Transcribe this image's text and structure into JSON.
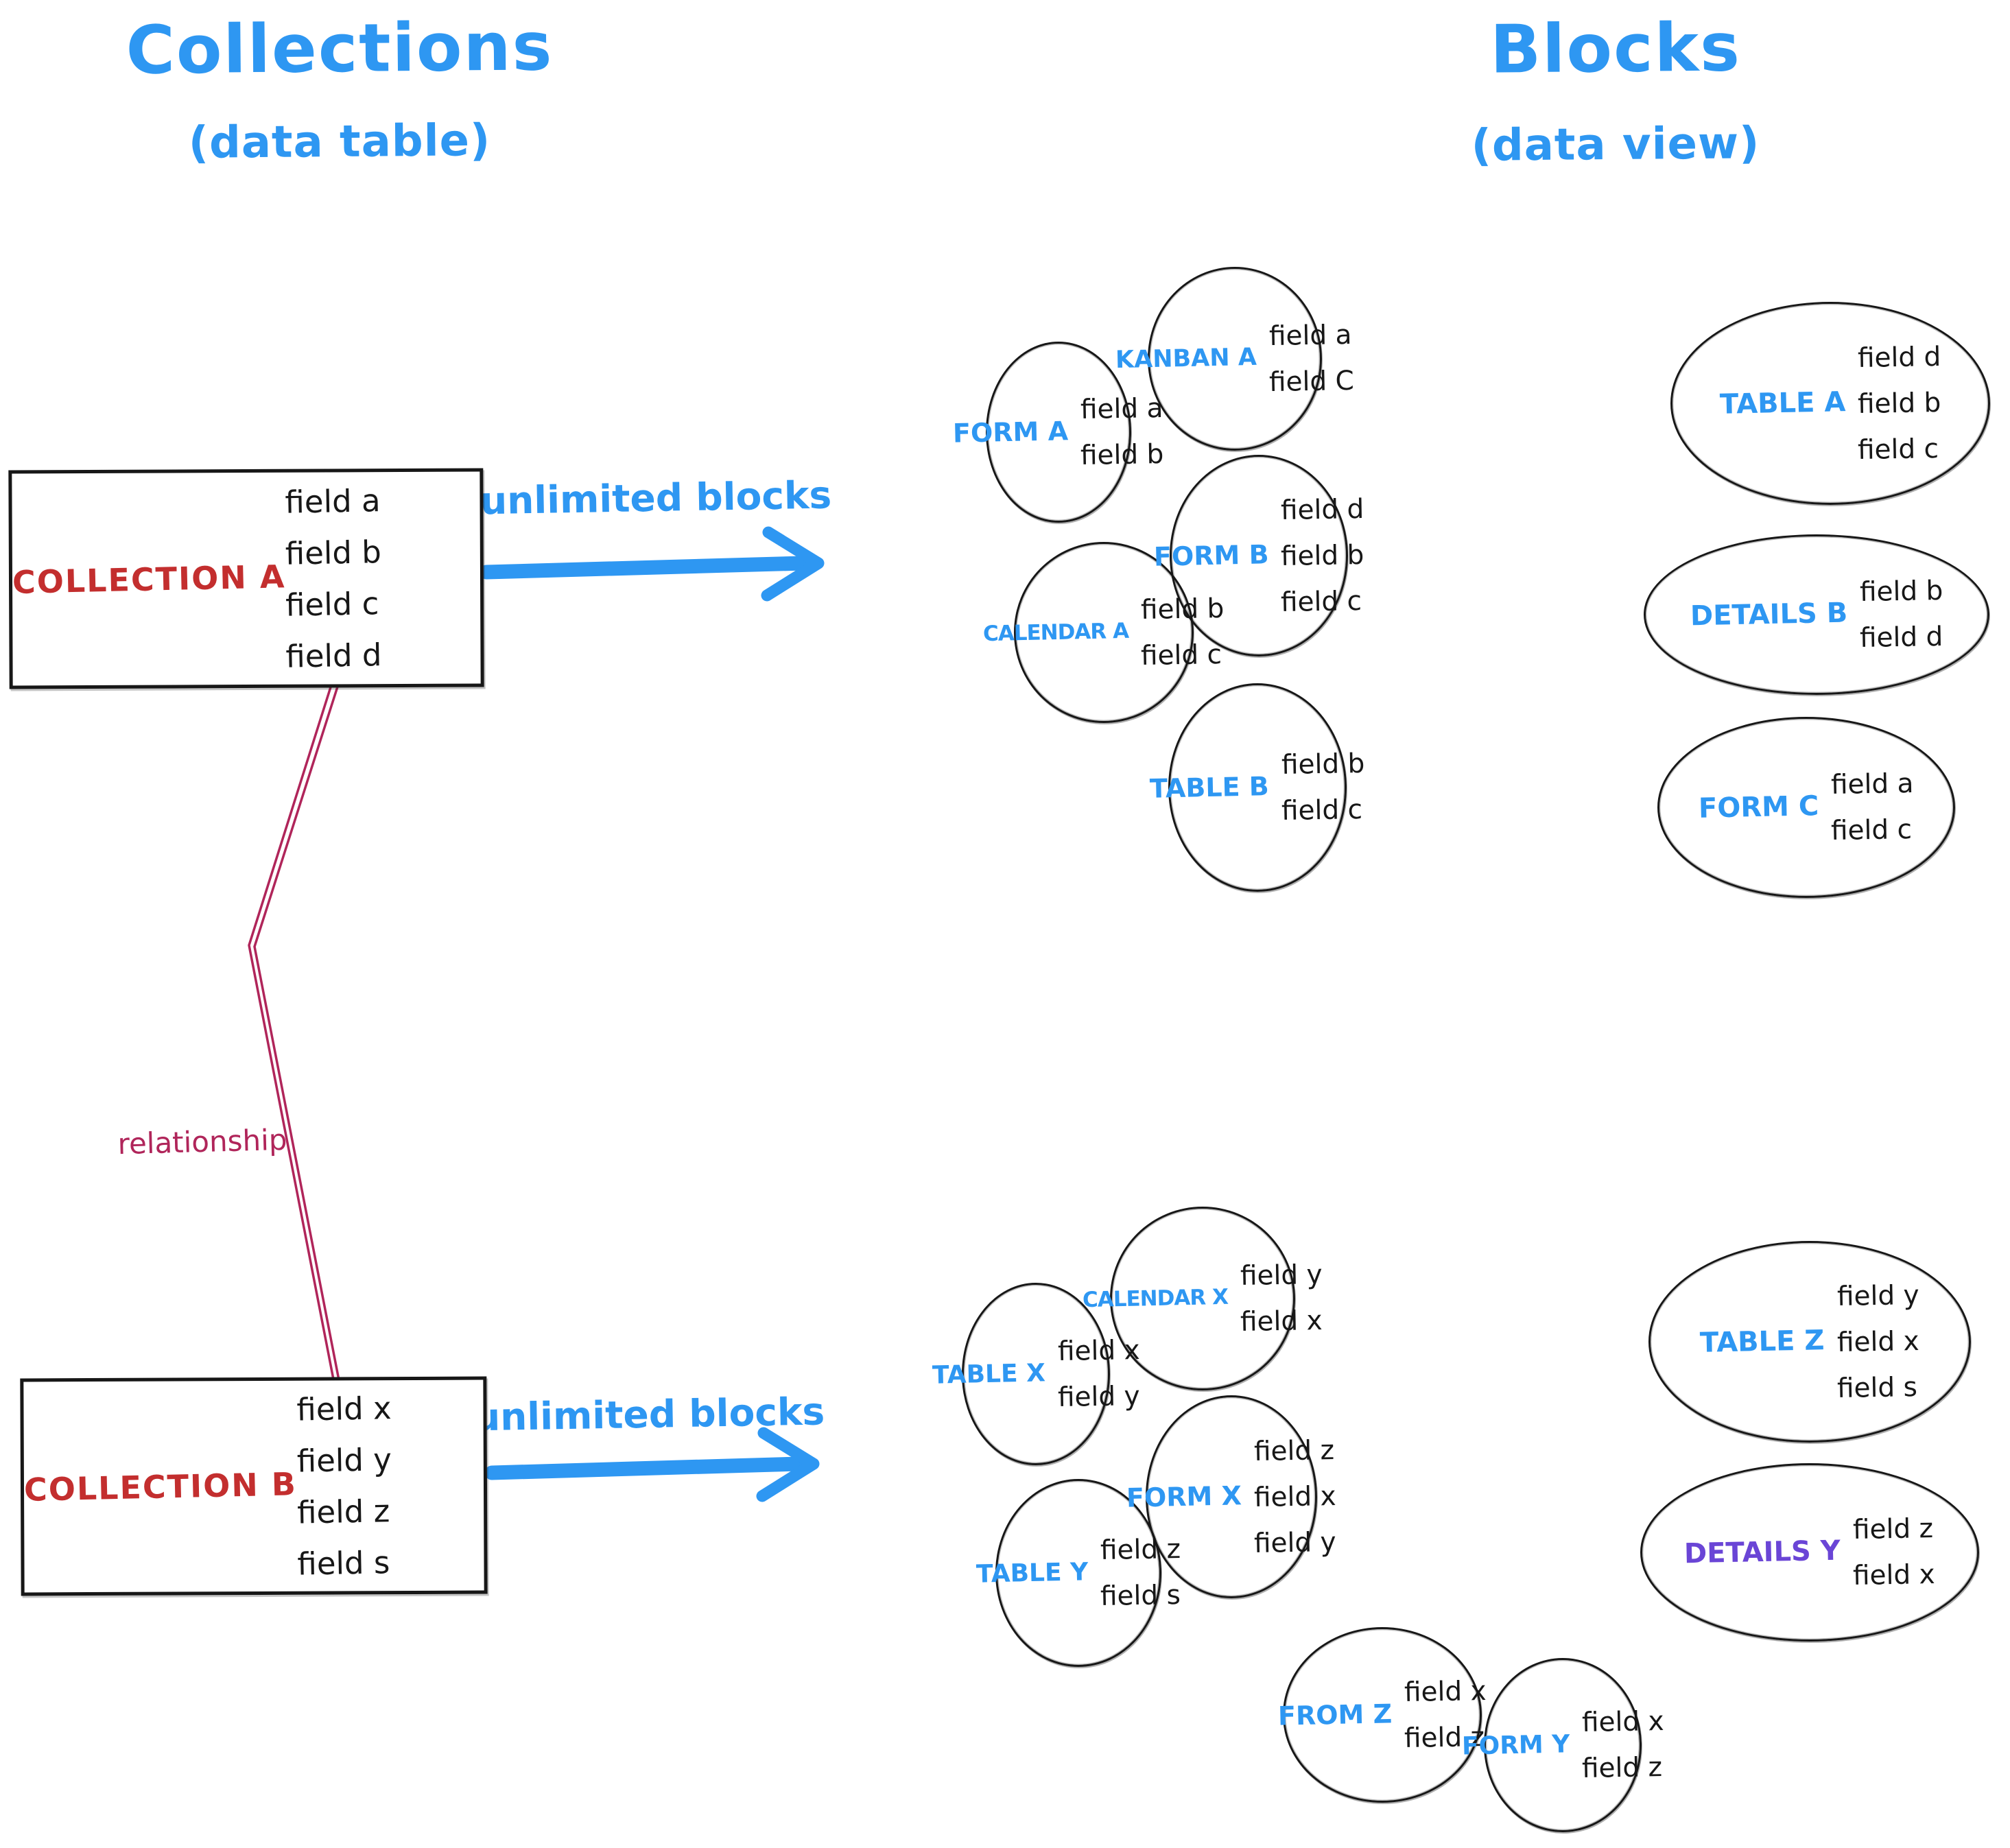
{
  "titles": {
    "left": "Collections",
    "left_sub": "(data table)",
    "right": "Blocks",
    "right_sub": "(data view)"
  },
  "collections": [
    {
      "name": "COLLECTION A",
      "fields": [
        "field a",
        "field b",
        "field c",
        "field d"
      ]
    },
    {
      "name": "COLLECTION B",
      "fields": [
        "field x",
        "field y",
        "field z",
        "field s"
      ]
    }
  ],
  "arrows": {
    "top_label": "unlimited blocks",
    "bottom_label": "unlimited blocks",
    "relationship_label": "relationship"
  },
  "blocks_top": [
    {
      "label": "FORM A",
      "fields": [
        "field a",
        "field b"
      ]
    },
    {
      "label": "KANBAN A",
      "fields": [
        "field a",
        "field C"
      ]
    },
    {
      "label": "TABLE A",
      "fields": [
        "field d",
        "field b",
        "field c"
      ]
    },
    {
      "label": "CALENDAR A",
      "fields": [
        "field b",
        "field c"
      ]
    },
    {
      "label": "FORM B",
      "fields": [
        "field d",
        "field b",
        "field c"
      ]
    },
    {
      "label": "DETAILS B",
      "fields": [
        "field b",
        "field d"
      ]
    },
    {
      "label": "TABLE B",
      "fields": [
        "field b",
        "field c"
      ]
    },
    {
      "label": "FORM C",
      "fields": [
        "field a",
        "field c"
      ]
    }
  ],
  "blocks_bottom": [
    {
      "label": "TABLE X",
      "fields": [
        "field x",
        "field y"
      ]
    },
    {
      "label": "CALENDAR X",
      "fields": [
        "field y",
        "field x"
      ]
    },
    {
      "label": "TABLE Z",
      "fields": [
        "field y",
        "field x",
        "field s"
      ]
    },
    {
      "label": "TABLE Y",
      "fields": [
        "field z",
        "field s"
      ]
    },
    {
      "label": "FORM X",
      "fields": [
        "field z",
        "field x",
        "field y"
      ]
    },
    {
      "label": "DETAILS Y",
      "fields": [
        "field z",
        "field x"
      ]
    },
    {
      "label": "FROM Z",
      "fields": [
        "field x",
        "field z"
      ]
    },
    {
      "label": "FORM Y",
      "fields": [
        "field x",
        "field z"
      ]
    }
  ],
  "colors": {
    "blue": "#2e97f2",
    "red": "#c32e2e",
    "crimson": "#b0255a",
    "purple": "#6a45d6",
    "ink": "#171717"
  }
}
